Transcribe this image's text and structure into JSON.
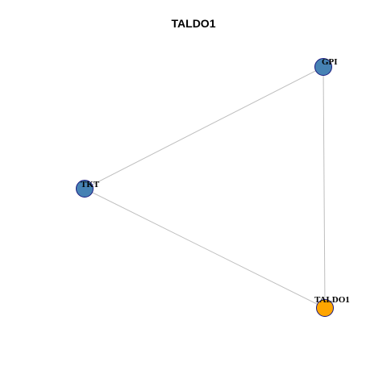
{
  "title": "TALDO1",
  "nodes": [
    {
      "id": "GPI",
      "label": "GPI",
      "color": "#4682B4"
    },
    {
      "id": "TKT",
      "label": "TKT",
      "color": "#4682B4"
    },
    {
      "id": "TALDO1",
      "label": "TALDO1",
      "color": "#FFA500"
    }
  ],
  "edges": [
    {
      "source": "GPI",
      "target": "TKT"
    },
    {
      "source": "GPI",
      "target": "TALDO1"
    },
    {
      "source": "TKT",
      "target": "TALDO1"
    }
  ],
  "colors": {
    "edge": "#BEBEBE",
    "node_border": "#1A1A80"
  }
}
